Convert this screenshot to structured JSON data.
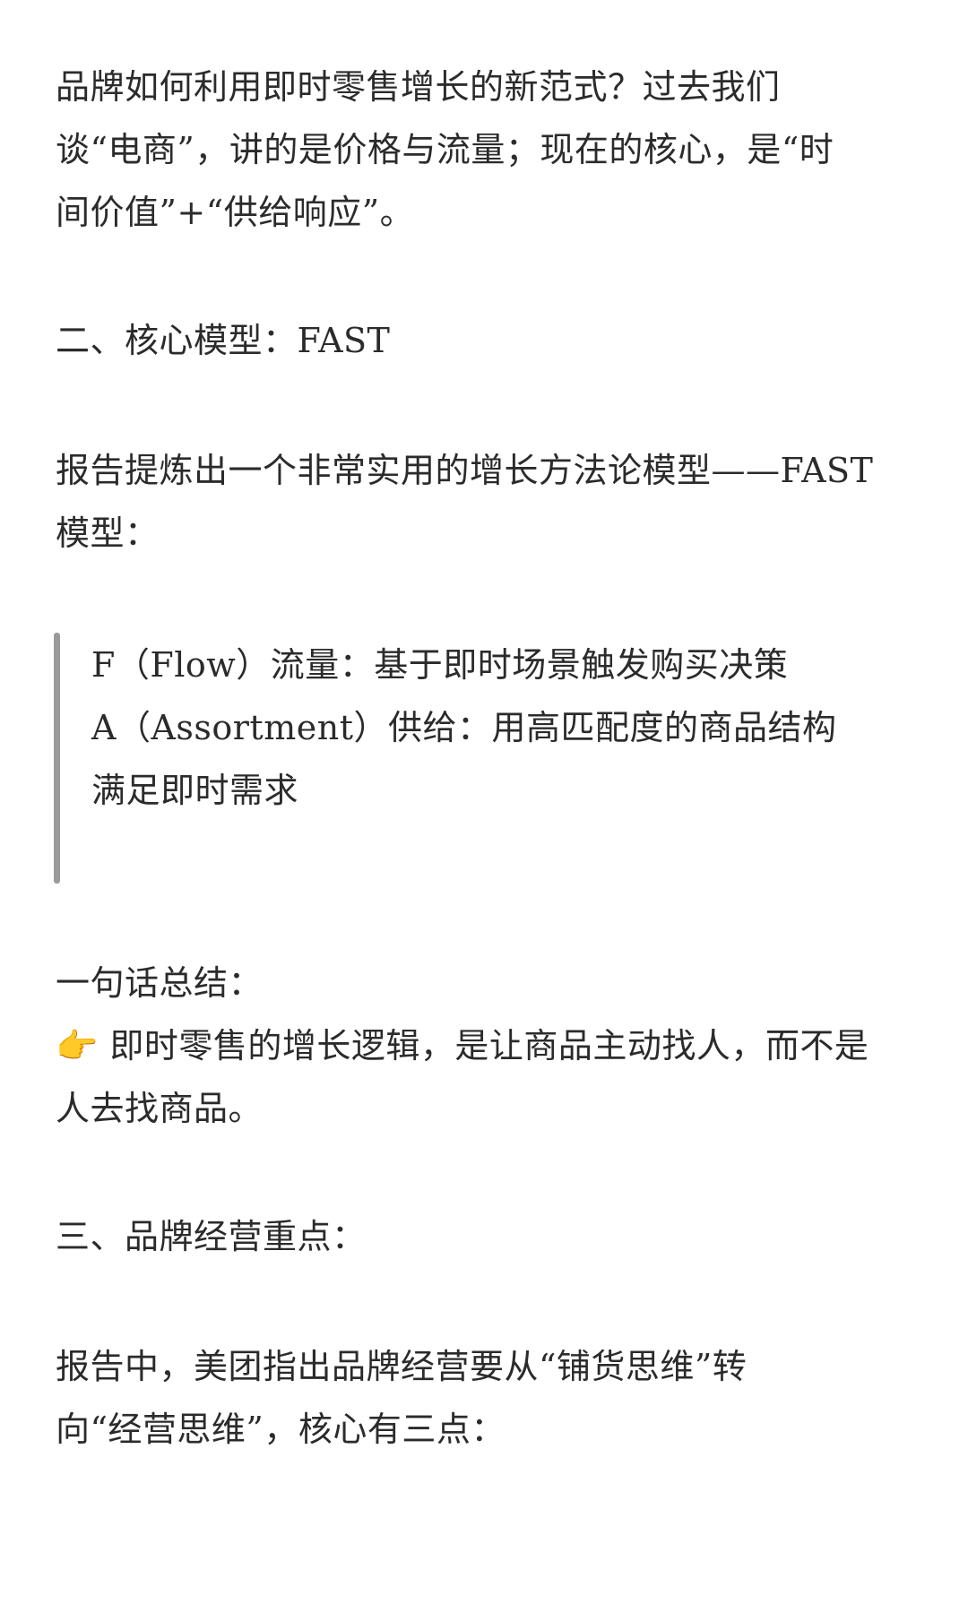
{
  "intro": {
    "lines": [
      "品牌如何利用即时零售增长的新范式？过去我们",
      "谈“电商”，讲的是价格与流量；现在的核心，是“时",
      "间价值”+“供给响应”。"
    ]
  },
  "section2": {
    "heading": "二、核心模型：FAST",
    "desc_lines": [
      "报告提炼出一个非常实用的增长方法论模型——FAST",
      "模型："
    ],
    "quote_lines": [
      "F（Flow）流量：基于即时场景触发购买决策",
      "A（Assortment）供给：用高匹配度的商品结构",
      "满足即时需求"
    ]
  },
  "summary": {
    "label": "一句话总结：",
    "pointer_icon": "👉",
    "line1": "即时零售的增长逻辑，是让商品主动找人，而不是",
    "line2": "人去找商品。"
  },
  "section3": {
    "heading": "三、品牌经营重点：",
    "lines": [
      "报告中，美团指出品牌经营要从“铺货思维”转",
      "向“经营思维”，核心有三点："
    ]
  }
}
